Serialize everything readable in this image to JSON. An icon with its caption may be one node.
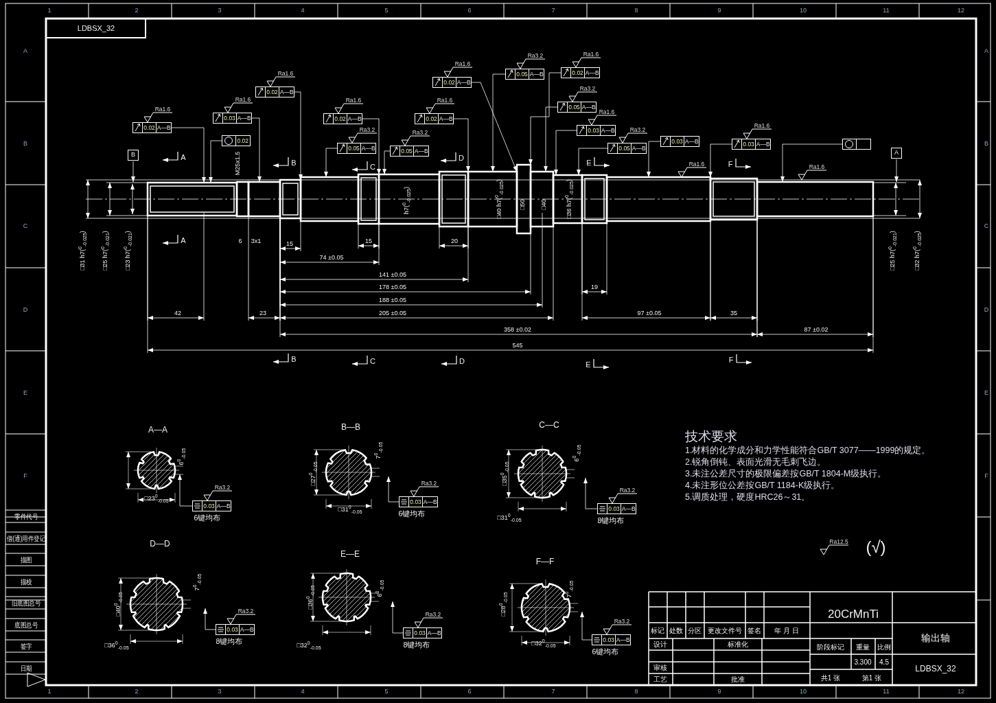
{
  "diagram": {
    "nodes": [
      {
        "text": [
          "B"
        ]
      },
      {
        "text": [
          "0.02",
          "A—B"
        ]
      },
      {
        "text": [
          "0.03",
          "A—B"
        ]
      },
      {
        "text": [
          "0.02",
          "A—B"
        ]
      },
      {
        "text": [
          "0.02"
        ]
      },
      {
        "text": [
          "0.02",
          "A—B"
        ]
      },
      {
        "text": [
          "0.05",
          "A—B"
        ]
      },
      {
        "text": [
          "0.02",
          "A—B"
        ]
      },
      {
        "text": [
          "0.05",
          "A—B"
        ]
      },
      {
        "text": [
          "0.02",
          "A—B"
        ]
      },
      {
        "text": [
          "0.05",
          "A—B"
        ]
      },
      {
        "text": [
          "0.02",
          "A—B"
        ]
      },
      {
        "text": [
          "0.05",
          "A—B"
        ]
      },
      {
        "text": [
          "0.03",
          "A—B"
        ]
      },
      {
        "text": [
          "0.05",
          "A—B"
        ]
      },
      {
        "text": [
          "0.03",
          "A—B"
        ]
      },
      {
        "text": [
          "0.03",
          "A—B"
        ]
      },
      {
        "text": [],
        "shape": "box"
      },
      {
        "text": [
          "A"
        ]
      },
      {
        "text": [
          "0.03",
          "A—B"
        ],
        "beside": [
          "6键均布"
        ]
      },
      {
        "text": [
          "0.03",
          "A—B"
        ],
        "beside": [
          "6键均布"
        ]
      },
      {
        "text": [
          "0.03",
          "A—B"
        ],
        "beside": [
          "8键均布"
        ]
      },
      {
        "text": [
          "0.03",
          "A—B"
        ],
        "beside": [
          "8键均布"
        ]
      },
      {
        "text": [
          "0.03",
          "A—B"
        ],
        "beside": [
          "8键均布"
        ]
      },
      {
        "text": [
          "0.03",
          "A—B"
        ],
        "beside": [
          "6键均布"
        ]
      },
      {
        "text": [],
        "shape": "picture"
      },
      {
        "text": [],
        "shape": "picture"
      },
      {
        "text": [],
        "shape": "picture"
      },
      {
        "text": [],
        "shape": "picture"
      },
      {
        "text": [],
        "shape": "picture"
      },
      {
        "text": [],
        "shape": "picture"
      },
      {
        "text": [],
        "shape": "picture"
      }
    ],
    "edges": [
      {
        "from": 0,
        "to": 25,
        "arrow": "to"
      },
      {
        "from": 1,
        "to": 25,
        "arrow": "to"
      },
      {
        "from": 2,
        "to": 25,
        "arrow": "to"
      },
      {
        "from": 3,
        "to": 25,
        "arrow": "to"
      },
      {
        "from": 4,
        "to": 25,
        "arrow": "to"
      },
      {
        "from": 5,
        "to": 25,
        "arrow": "to"
      },
      {
        "from": 6,
        "to": 25,
        "arrow": "to"
      },
      {
        "from": 7,
        "to": 25,
        "arrow": "to"
      },
      {
        "from": 8,
        "to": 25,
        "arrow": "to"
      },
      {
        "from": 9,
        "to": 25,
        "arrow": "to"
      },
      {
        "from": 10,
        "to": 25,
        "arrow": "to"
      },
      {
        "from": 11,
        "to": 25,
        "arrow": "to"
      },
      {
        "from": 12,
        "to": 25,
        "arrow": "to"
      },
      {
        "from": 13,
        "to": 25,
        "arrow": "to"
      },
      {
        "from": 14,
        "to": 25,
        "arrow": "to"
      },
      {
        "from": 15,
        "to": 25,
        "arrow": "to"
      },
      {
        "from": 16,
        "to": 25,
        "arrow": "to"
      },
      {
        "from": 17,
        "to": 25,
        "arrow": "to"
      },
      {
        "from": 18,
        "to": 25,
        "arrow": "to"
      },
      {
        "from": 19,
        "to": 26,
        "arrow": "to"
      },
      {
        "from": 20,
        "to": 27,
        "arrow": "to"
      },
      {
        "from": 21,
        "to": 28,
        "arrow": "to"
      },
      {
        "from": 22,
        "to": 29,
        "arrow": "to"
      },
      {
        "from": 23,
        "to": 30,
        "arrow": "to"
      },
      {
        "from": 24,
        "to": 31,
        "arrow": "to"
      }
    ],
    "labels": [
      "LDBSX_32",
      "Ra3.2",
      "Ra1.6",
      "Ra1.6",
      "Ra1.6",
      "Ra3.2",
      "Ra1.6",
      "Ra1.6",
      "Ra1.6",
      "Ra1.6",
      "Ra1.6",
      "Ra1.6",
      "Ra3.2",
      "Ra3.2",
      "Ra3.2",
      "A",
      "A",
      "M25x1.5",
      "B",
      "C",
      "D",
      "E",
      "Ra1.6",
      "F",
      "Ra1.6",
      "□31 h7($^{0}$$_{-0.025}$)",
      "□25 h7($^{0}$$_{-0.021}$)",
      "□23 h7($^{0}$$_{-0.021}$)",
      "h7($^{0}$$_{-0.025}$)",
      "□40 h7($^{0}$$_{-0.025}$)",
      "□50",
      "□40",
      "□36 h7($^{0}$$_{-0.025}$)",
      "□25 h7($^{0}$$_{-0.021}$)",
      "□32 h7($^{0}$$_{-0.025}$)",
      "6",
      "3x1",
      "15",
      "15",
      "20",
      "74 ±0.05",
      "141 ±0.05",
      "178 ±0.05",
      "19",
      "188 ±0.05",
      "42",
      "23",
      "205 ±0.05",
      "97 ±0.05",
      "35",
      "358 ±0.02",
      "87 ±0.02",
      "545",
      "B",
      "C",
      "D",
      "E",
      "F",
      "A—A",
      "6$^{0}$$_{-0.05}$",
      "□23$^{0}$$_{-0.05}$",
      "Ra3.2",
      "B—B",
      "7$^{0}$$_{-0.05}$",
      "□27$^{0}$$_{-0.05}$",
      "□31$^{0}$$_{-0.05}$",
      "Ra3.2",
      "C—C",
      "6$^{0}$$_{-0.05}$",
      "□35$^{0}$$_{-0.05}$",
      "□31$^{0}$$_{-0.05}$",
      "Ra3.2",
      "D—D",
      "7$^{0}$$_{-0.05}$",
      "□40$^{0}$$_{-0.05}$",
      "□36$^{0}$$_{-0.05}$",
      "Ra3.2",
      "E—E",
      "6$^{0}$$_{-0.05}$",
      "□36$^{0}$$_{-0.05}$",
      "□32$^{0}$$_{-0.05}$",
      "Ra3.2",
      "F—F",
      "7$^{0}$$_{-0.05}$",
      "□28$^{0}$$_{-0.05}$",
      "□32$^{0}$$_{-0.05}$",
      "Ra3.2",
      "技术要求",
      "1.材料的化学成分和力学性能符合GB/T 3077——1999的规定。",
      "2.锐角倒钝、表面光滑无毛刺飞边。",
      "3.未注公差尺寸的极限偏差按GB/T 1804-M级执行。",
      "4.未注形位公差按GB/T 1184-K级执行。",
      "5.调质处理，硬度HRC26～31。",
      "Ra12.5",
      "(√)",
      "20CrMnTi",
      "输出轴",
      "LDBSX_32",
      "标记",
      "处数",
      "分区",
      "更改文件号",
      "签名",
      "年 月 日",
      "设计",
      "标准化",
      "审核",
      "工艺",
      "批准",
      "阶段标记",
      "重量",
      "比例",
      "3.300",
      "4.5",
      "共1 张",
      "第1 张",
      "零件代号",
      "借(通)用件登记",
      "描图",
      "描校",
      "旧底图总号",
      "底图总号",
      "签字",
      "日期",
      "1",
      "2",
      "3",
      "4",
      "5",
      "6",
      "7",
      "8",
      "9",
      "10",
      "11",
      "12",
      "1",
      "2",
      "3",
      "4",
      "5",
      "6",
      "7",
      "8",
      "9",
      "10",
      "11",
      "12",
      "A",
      "B",
      "C",
      "D",
      "E",
      "F",
      "A",
      "B",
      "C",
      "D",
      "E",
      "F"
    ]
  }
}
